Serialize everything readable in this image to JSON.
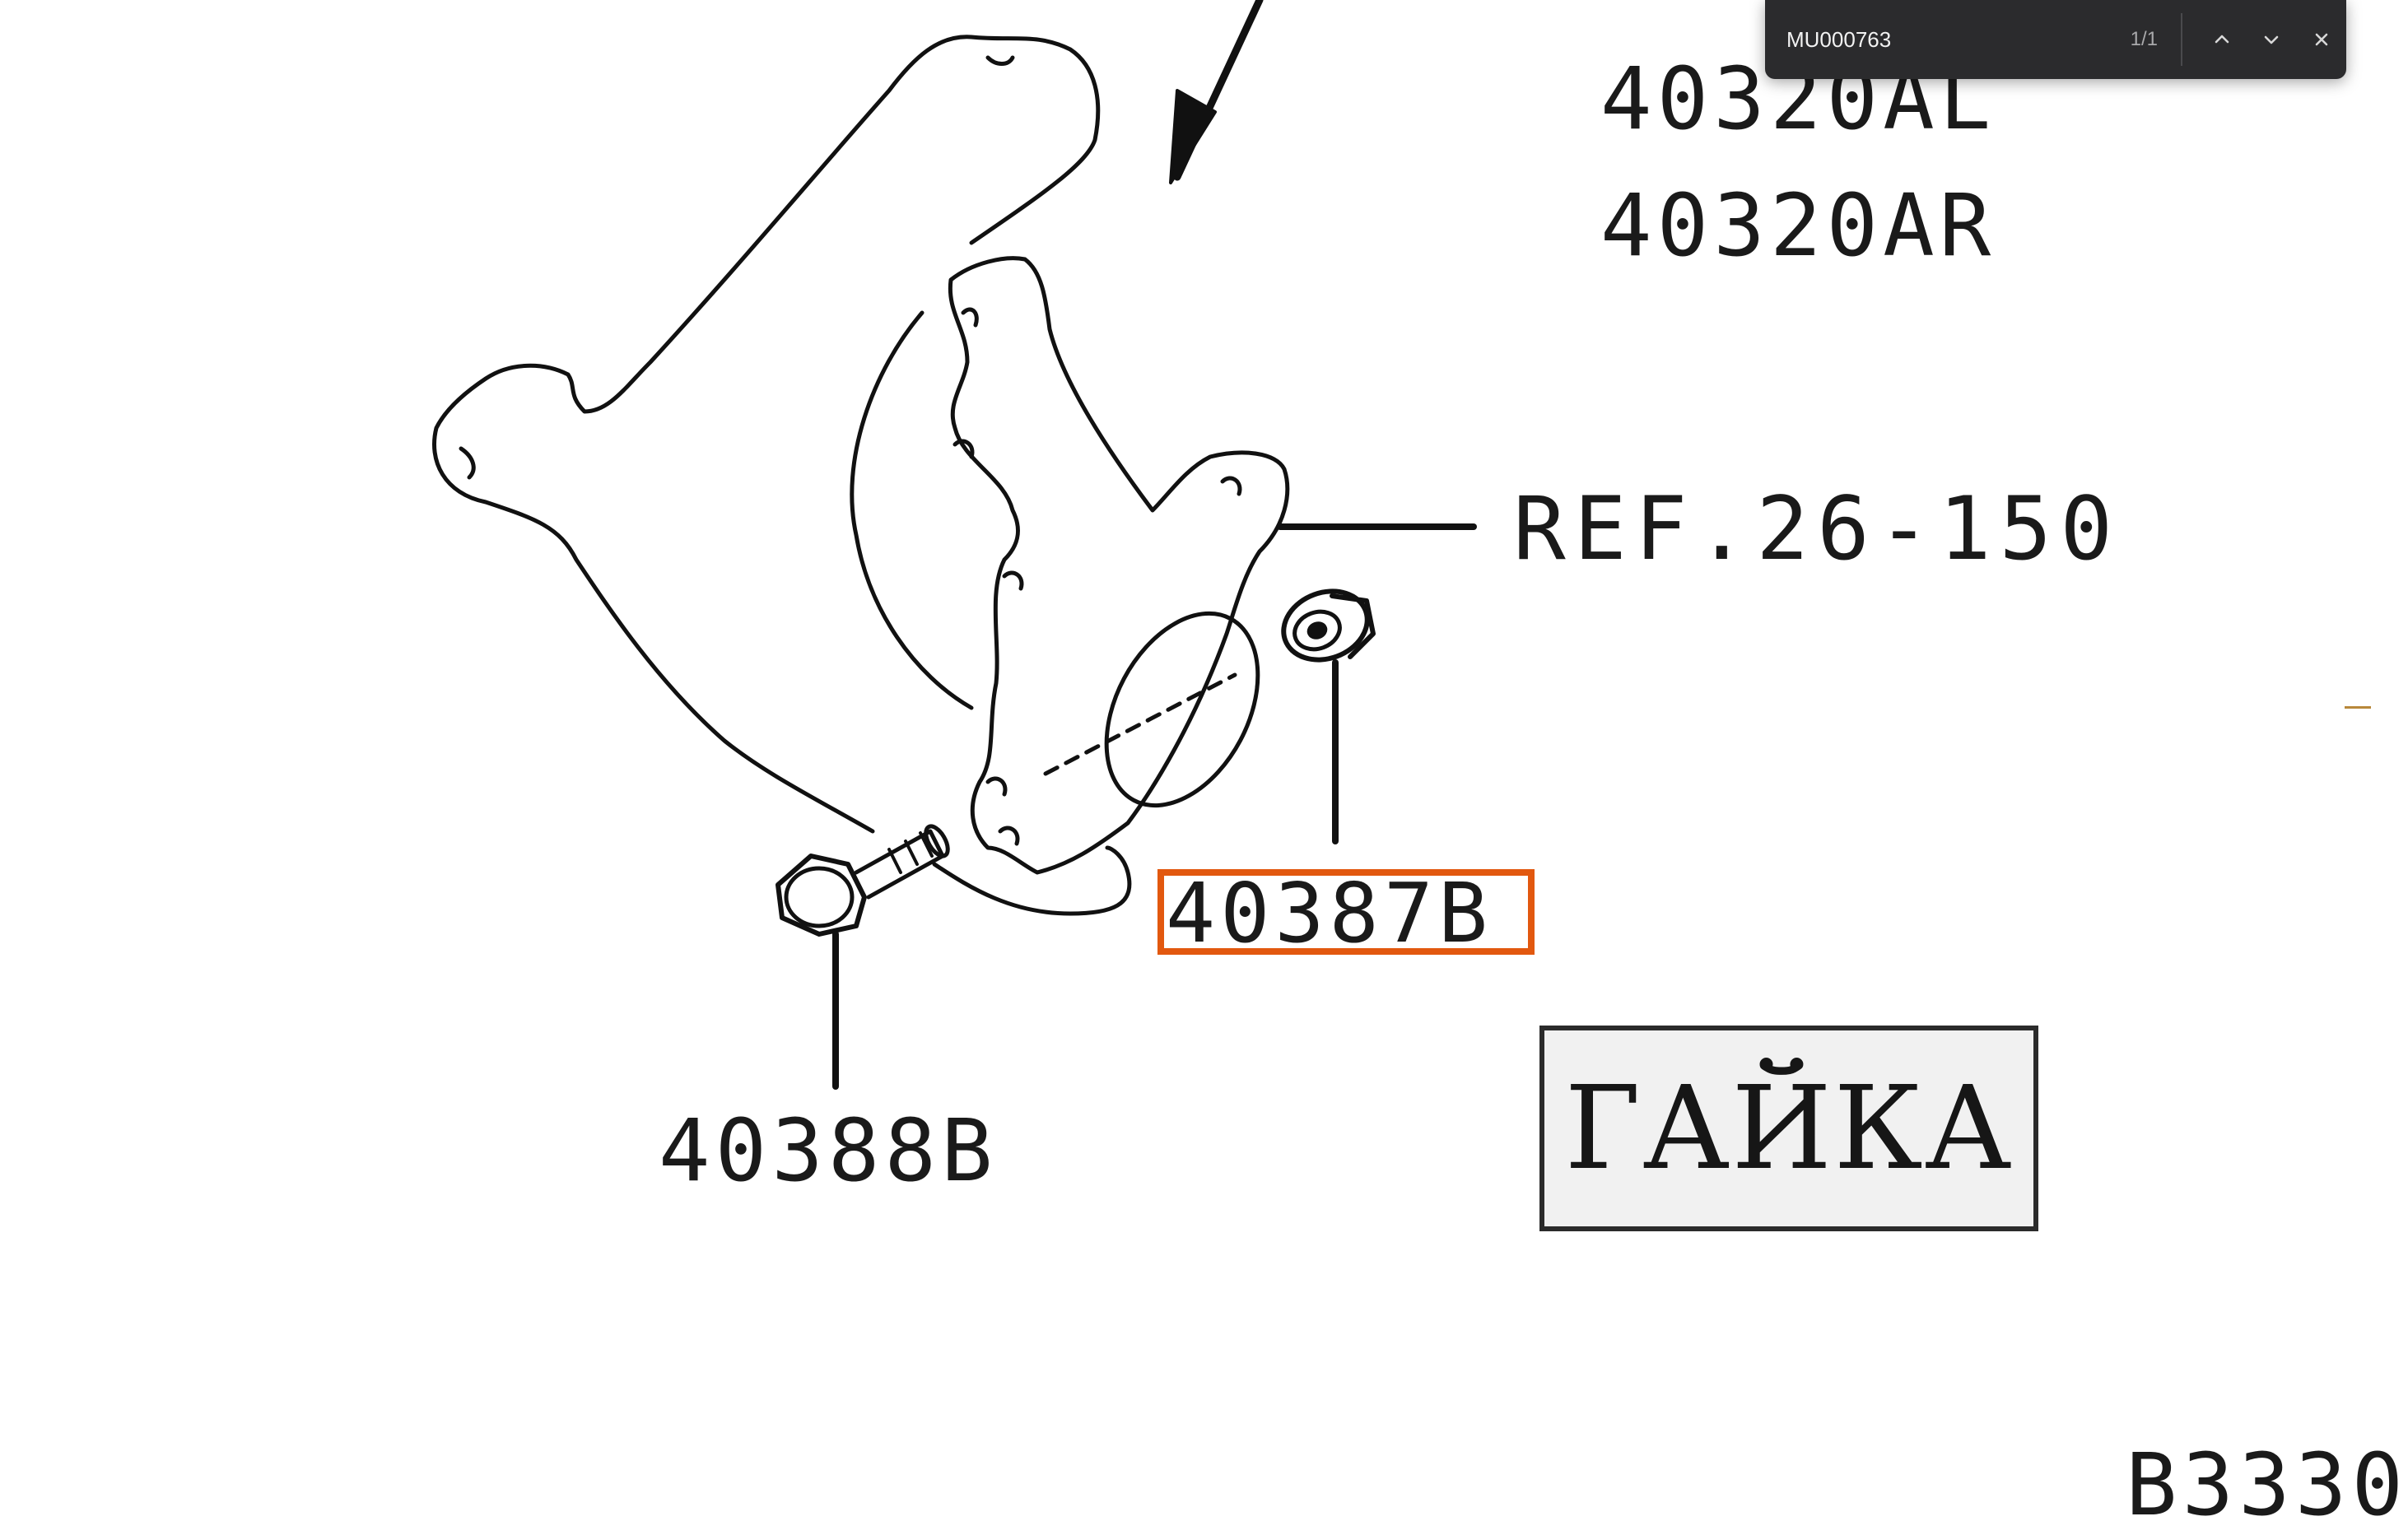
{
  "diagram": {
    "labels": {
      "part_40320al": "40320AL",
      "part_40320ar": "40320AR",
      "reference": "REF.26-150",
      "part_40387b": "40387B",
      "part_40388b": "40388B",
      "bottom_partial": "B3330"
    },
    "highlight_color": "#e2580f"
  },
  "name_card": {
    "text": "ГАЙКА"
  },
  "find_bar": {
    "query": "MU000763",
    "match_count": "1/1",
    "icons": {
      "previous": "chevron-up-icon",
      "next": "chevron-down-icon",
      "close": "close-icon"
    }
  }
}
